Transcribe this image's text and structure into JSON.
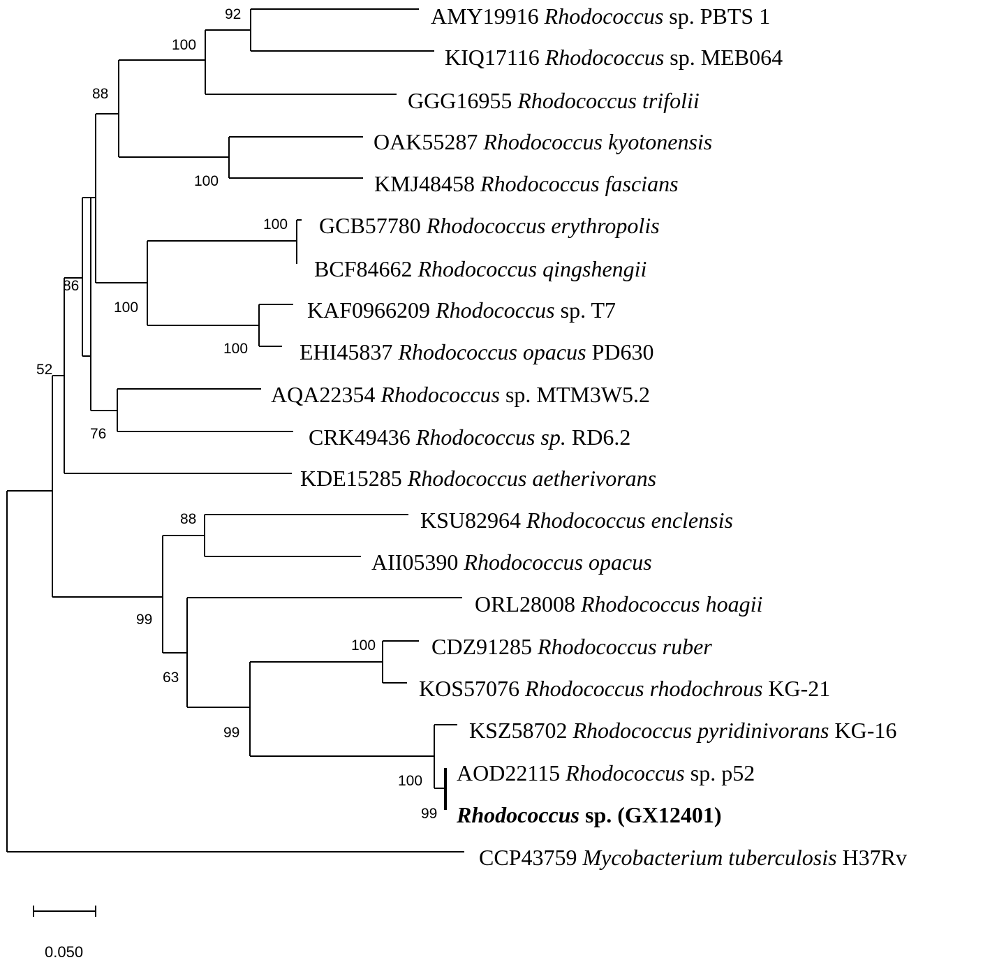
{
  "leaves": [
    {
      "acc": "AMY19916",
      "genus": "Rhodococcus",
      "rest": "sp. PBTS 1",
      "rest_italic": false
    },
    {
      "acc": "KIQ17116",
      "genus": "Rhodococcus",
      "rest": "sp. MEB064",
      "rest_italic": false
    },
    {
      "acc": "GGG16955",
      "genus": "Rhodococcus",
      "rest": "trifolii",
      "rest_italic": true
    },
    {
      "acc": "OAK55287",
      "genus": "Rhodococcus",
      "rest": "kyotonensis",
      "rest_italic": true
    },
    {
      "acc": "KMJ48458",
      "genus": "Rhodococcus",
      "rest": "fascians",
      "rest_italic": true
    },
    {
      "acc": "GCB57780",
      "genus": "Rhodococcus",
      "rest": "erythropolis",
      "rest_italic": true
    },
    {
      "acc": "BCF84662",
      "genus": "Rhodococcus",
      "rest": "qingshengii",
      "rest_italic": true
    },
    {
      "acc": "KAF0966209",
      "genus": "Rhodococcus",
      "rest": "sp. T7",
      "rest_italic": false
    },
    {
      "acc": "EHI45837",
      "genus": "Rhodococcus",
      "rest_italic_part": "opacus",
      "rest": "PD630",
      "rest_italic": false
    },
    {
      "acc": "AQA22354",
      "genus": "Rhodococcus",
      "rest": "sp. MTM3W5.2",
      "rest_italic": false
    },
    {
      "acc": "CRK49436",
      "genus": "Rhodococcus",
      "rest_italic_part": "sp.",
      "rest": "RD6.2",
      "rest_italic": false
    },
    {
      "acc": "KDE15285",
      "genus": "Rhodococcus",
      "rest": "aetherivorans",
      "rest_italic": true
    },
    {
      "acc": "KSU82964",
      "genus": "Rhodococcus",
      "rest": "enclensis",
      "rest_italic": true
    },
    {
      "acc": "AII05390",
      "genus": "Rhodococcus",
      "rest": "opacus",
      "rest_italic": true
    },
    {
      "acc": "ORL28008",
      "genus": "Rhodococcus",
      "rest": "hoagii",
      "rest_italic": true
    },
    {
      "acc": "CDZ91285",
      "genus": "Rhodococcus",
      "rest": "ruber",
      "rest_italic": true
    },
    {
      "acc": "KOS57076",
      "genus": "Rhodococcus",
      "rest_italic_part": "rhodochrous",
      "rest": "KG-21",
      "rest_italic": false
    },
    {
      "acc": "KSZ58702",
      "genus": "Rhodococcus",
      "rest_italic_part": "pyridinivorans",
      "rest": "KG-16",
      "rest_italic": false
    },
    {
      "acc": "AOD22115",
      "genus": "Rhodococcus",
      "rest": "sp. p52",
      "rest_italic": false
    },
    {
      "acc": "",
      "genus": "Rhodococcus",
      "rest": "sp. (GX12401)",
      "rest_italic": false,
      "bold": true
    },
    {
      "acc": "CCP43759",
      "genus": "Mycobacterium",
      "rest_italic_part": "tuberculosis",
      "rest": "H37Rv",
      "rest_italic": false
    }
  ],
  "support_values": [
    "92",
    "100",
    "88",
    "100",
    "100",
    "100",
    "100",
    "86",
    "52",
    "76",
    "88",
    "99",
    "63",
    "100",
    "99",
    "100",
    "99"
  ],
  "scale_bar": {
    "label": "0.050"
  }
}
